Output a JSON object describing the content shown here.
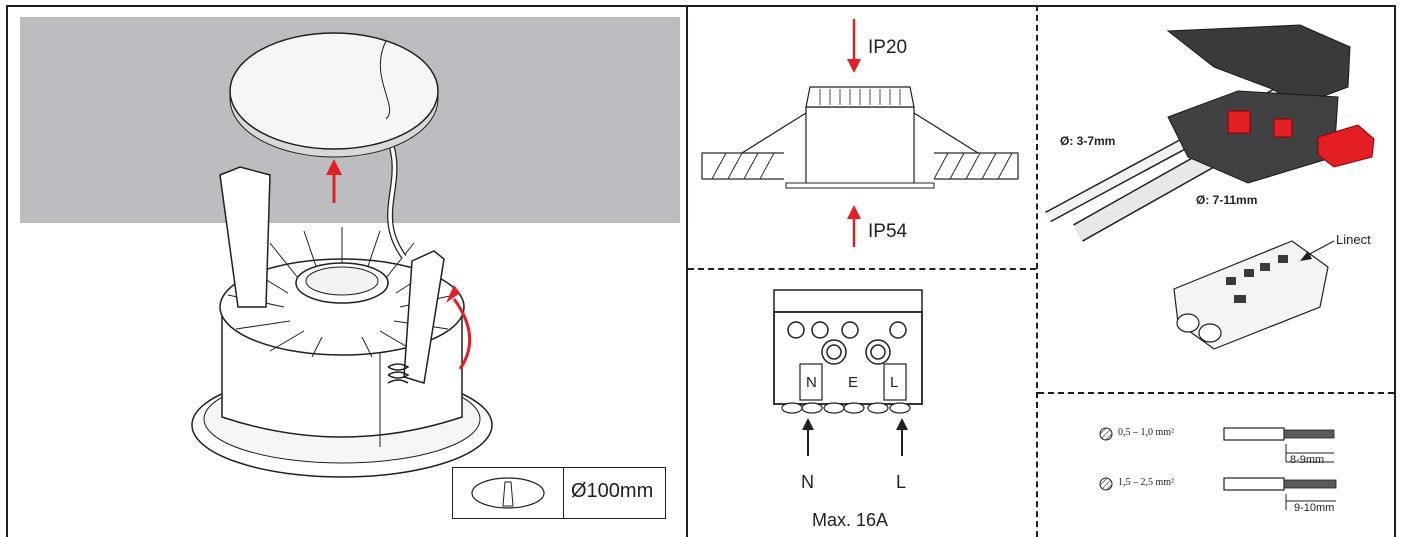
{
  "install": {
    "diameter_label": "Ø100mm",
    "grey_color": "#bcbdc0",
    "arrow_color": "#e31e24"
  },
  "ip_panel": {
    "top_rating": "IP20",
    "bottom_rating": "IP54"
  },
  "terminal_panel": {
    "terminals": [
      "N",
      "E",
      "L"
    ],
    "input_n": "N",
    "input_l": "L",
    "max_current": "Max. 16A"
  },
  "connector_panel": {
    "small_cable": "Ø: 3-7mm",
    "large_cable": "Ø: 7-11mm",
    "connector_name": "Linect"
  },
  "wire_panel": {
    "wires": [
      {
        "section": "0,5 – 1,0 mm²",
        "strip": "8-9mm"
      },
      {
        "section": "1,5 – 2,5 mm²",
        "strip": "9-10mm"
      }
    ]
  }
}
